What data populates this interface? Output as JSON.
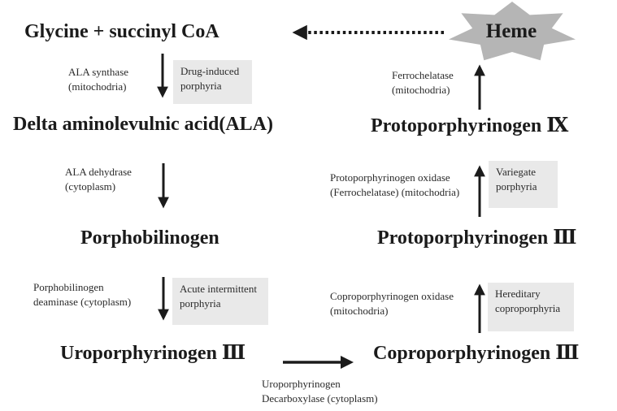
{
  "colors": {
    "ink": "#1b1b1b",
    "star": "#b5b5b5",
    "box": "#e9e9e9"
  },
  "nodes": {
    "glycine": "Glycine + succinyl CoA",
    "ala": "Delta aminolevulnic acid(ALA)",
    "porphobilinogen": "Porphobilinogen",
    "uroporphyrinogen": "Uroporphyrinogen Ⅲ",
    "coproporphyrinogen": "Coproporphyrinogen Ⅲ",
    "protoporphyrinogen_iii": "Protoporphyrinogen Ⅲ",
    "protoporphyrinogen_ix": "Protoporphyrinogen Ⅸ",
    "heme": "Heme"
  },
  "enzymes": {
    "ala_synthase": "ALA synthase\n(mitochodria)",
    "ala_dehydrase": "ALA dehydrase\n(cytoplasm)",
    "pbg_deaminase": "Porphobilinogen\ndeaminase (cytoplasm)",
    "uro_decarboxylase": "Uroporphyrinogen\nDecarboxylase (cytoplasm)",
    "copro_oxidase": "Coproporphyrinogen oxidase\n(mitochodria)",
    "proto_oxidase": "Protoporphyrinogen oxidase\n(Ferrochelatase) (mitochodria)",
    "ferrochelatase": "Ferrochelatase\n(mitochodria)"
  },
  "porphyrias": {
    "drug_induced": "Drug-induced\nporphyria",
    "acute_intermittent": "Acute intermittent\nporphyria",
    "variegate": "Variegate\nporphyria",
    "hereditary": "Hereditary\ncoproporphyria"
  }
}
